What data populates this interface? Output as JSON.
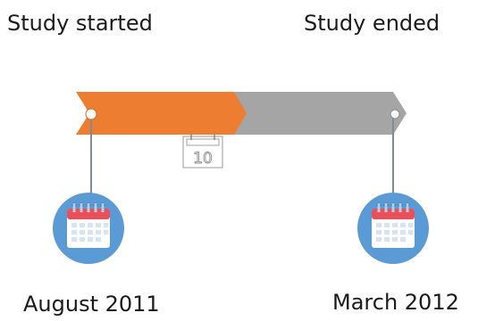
{
  "timeline": {
    "start": {
      "title": "Study started",
      "date": "August 2011"
    },
    "end": {
      "title": "Study ended",
      "date": "March 2012"
    },
    "duration_icon_text": "10"
  },
  "colors": {
    "progress": "#ED7D31",
    "remaining": "#A5A5A5",
    "connector": "#7F8C95",
    "calendar_circle": "#5B9BD5",
    "calendar_header": "#E8505B",
    "calendar_body": "#FFFFFF"
  },
  "icons": [
    "calendar-icon",
    "calendar-10-icon"
  ]
}
